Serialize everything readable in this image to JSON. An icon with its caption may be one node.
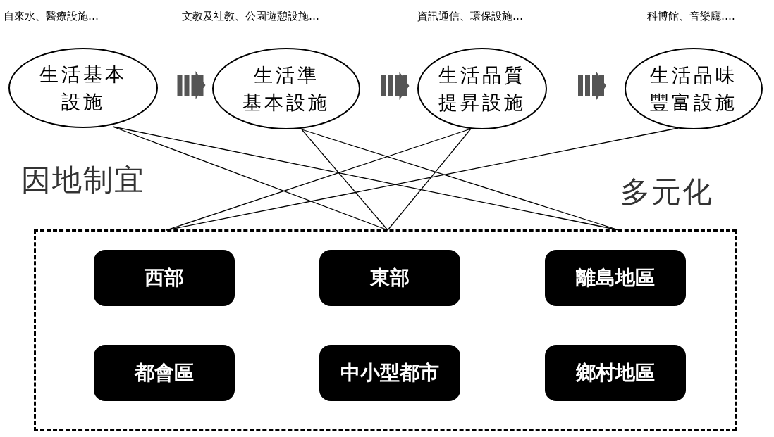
{
  "diagram": {
    "nodes": [
      {
        "text": [
          "生活基本設施"
        ],
        "beside": [
          "自來水、醫療設施…"
        ]
      },
      {
        "text": [
          "生活準",
          "基本設施"
        ],
        "beside": [
          "文教及社教、公園遊憩設施…"
        ]
      },
      {
        "text": [
          "生活品質提昇設施"
        ],
        "beside": [
          "資訊通信、環保設施…"
        ]
      },
      {
        "text": [
          "生活品味豐富設施"
        ],
        "beside": [
          "科博館、音樂廳…."
        ]
      },
      {
        "text": [],
        "shape": "box"
      },
      {
        "text": [
          "西部"
        ],
        "in": 4
      },
      {
        "text": [
          "東部"
        ],
        "in": 4
      },
      {
        "text": [
          "離島地區"
        ],
        "in": 4
      },
      {
        "text": [
          "都會區"
        ],
        "in": 4
      },
      {
        "text": [
          "中小型都市"
        ],
        "in": 4
      },
      {
        "text": [
          "鄉村地區"
        ],
        "in": 4
      }
    ],
    "edges": [
      {
        "from": 0,
        "to": 1,
        "arrow": "to"
      },
      {
        "from": 1,
        "to": 2,
        "arrow": "to"
      },
      {
        "from": 2,
        "to": 3,
        "arrow": "to"
      },
      {
        "from": 0,
        "to": 4,
        "arrow": "none"
      },
      {
        "from": 0,
        "to": 4,
        "arrow": "none"
      },
      {
        "from": 1,
        "to": 4,
        "arrow": "none"
      },
      {
        "from": 1,
        "to": 4,
        "arrow": "none"
      },
      {
        "from": 2,
        "to": 4,
        "arrow": "none"
      },
      {
        "from": 2,
        "to": 4,
        "arrow": "none"
      },
      {
        "from": 3,
        "to": 4,
        "arrow": "none"
      }
    ],
    "labels": [
      "因地制宜",
      "多元化"
    ]
  }
}
